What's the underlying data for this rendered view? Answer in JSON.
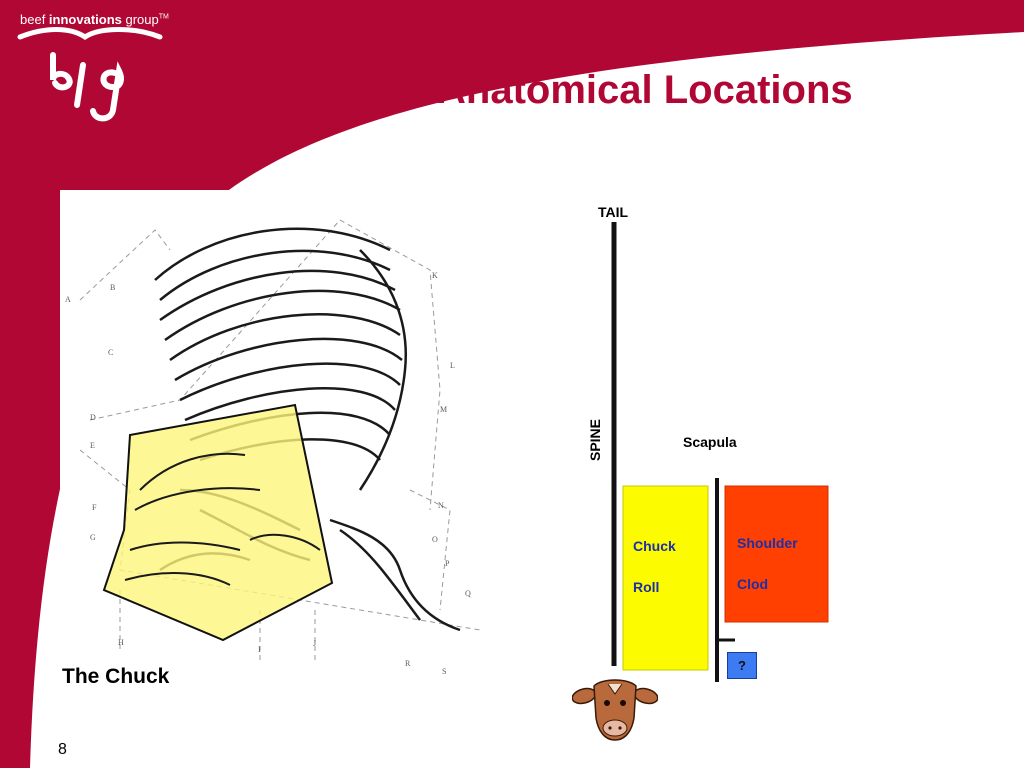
{
  "slide": {
    "title": "Anatomical Locations",
    "page_number": "8",
    "colors": {
      "brand": "#b10735",
      "yellow_cut": "#fdfb00",
      "orange_cut": "#ff4000",
      "blue_box": "#3d7bf2"
    }
  },
  "logo": {
    "prefix": "beef ",
    "bold": "innovations",
    "suffix": " group",
    "trademark": "TM",
    "icon": "big-face-logo-icon"
  },
  "figure": {
    "caption": "The Chuck",
    "icon": "skeleton-diagram-icon",
    "letter_labels": [
      "A",
      "B",
      "C",
      "D",
      "E",
      "F",
      "G",
      "H",
      "I",
      "J",
      "K",
      "L",
      "M",
      "N",
      "O",
      "P",
      "Q",
      "R",
      "S"
    ]
  },
  "diagram": {
    "tail_label": "TAIL",
    "spine_label": "SPINE",
    "scapula_label": "Scapula",
    "chuck_roll": [
      "Chuck",
      "Roll"
    ],
    "shoulder_clod": [
      "Shoulder",
      "Clod"
    ],
    "unknown_label": "?",
    "head_icon": "cow-head-icon"
  }
}
